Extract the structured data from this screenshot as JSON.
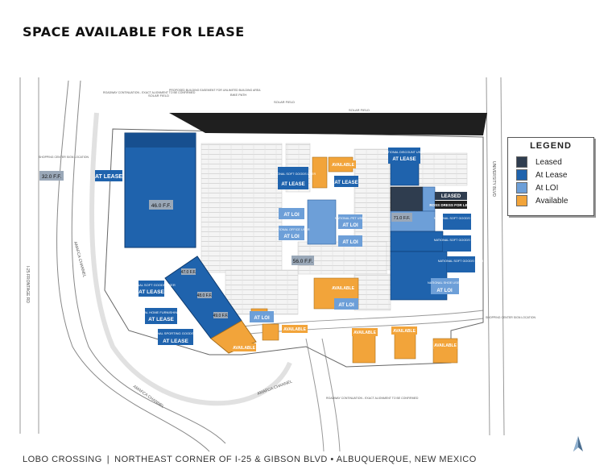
{
  "title": "SPACE AVAILABLE FOR LEASE",
  "footer": {
    "property": "LOBO CROSSING",
    "divider": "|",
    "location": "NORTHEAST CORNER OF I-25 & GIBSON BLVD • ALBUQUERQUE, NEW MEXICO"
  },
  "colors": {
    "leased": "#2f3d4f",
    "at_lease": "#1f63ad",
    "at_loi": "#6d9fd8",
    "available": "#f2a43a",
    "roof": "#1f1f1f"
  },
  "legend": {
    "title": "LEGEND",
    "items": [
      {
        "label": "Leased",
        "color": "#2f3d4f"
      },
      {
        "label": "At Lease",
        "color": "#1f63ad"
      },
      {
        "label": "At LOI",
        "color": "#6d9fd8"
      },
      {
        "label": "Available",
        "color": "#f2a43a"
      }
    ]
  },
  "map": {
    "status_labels": {
      "at_lease_anchor": "AT LEASE",
      "at_lease_south": "AT LEASE",
      "at_lease_1": "AT LEASE",
      "at_lease_2": "AT LEASE",
      "at_loi_1": "AT LOI",
      "at_loi_2": "AT LOI",
      "at_loi_3": "AT LOI",
      "at_loi_4": "AT LOI",
      "at_loi_5": "AT LOI",
      "at_loi_6": "AT LOI",
      "at_loi_7": "AT LOI",
      "at_lease_east_1": "AT LEASE",
      "at_lease_east_2": "AT LEASE",
      "at_lease_east_3": "AT LEASE",
      "leased_east": "LEASED",
      "available_1": "AVAILABLE",
      "available_2": "AVAILABLE",
      "available_3": "AVAILABLE",
      "available_4": "AVAILABLE",
      "available_5": "AVAILABLE",
      "available_6": "AVAILABLE",
      "available_7": "AVAILABLE"
    },
    "elevations": {
      "west_pad": "32.0 F.F.",
      "anchor": "46.0 F.F.",
      "center": "56.0 F.F.",
      "east": "71.0 F.F.",
      "shop_a": "47.0 F.F.",
      "shop_b": "48.0 F.F.",
      "shop_c": "49.0 F.F."
    },
    "annotations": {
      "amafca_channel_1": "AMAFCA CHANNEL",
      "amafca_channel_2": "AMAFCA CHANNEL",
      "amafca_channel_3": "AMAFCA CHANNEL",
      "i25_frontage": "I-25 FRONTAGE RD",
      "university_blvd": "UNIVERSITY BLVD",
      "solar_field_1": "SOLAR FIELD",
      "solar_field_2": "SOLAR FIELD",
      "solar_field_3": "SOLAR FIELD",
      "bike_path": "BIKE PATH",
      "roadway_continuation_north": "ROADWAY CONTINUATION - EXACT ALIGNMENT TO BE CONFIRMED",
      "roadway_continuation_south": "ROADWAY CONTINUATION - EXACT ALIGNMENT TO BE CONFIRMED",
      "building_easement": "PROPOSED BUILDING EASEMENT FOR UNLIMITED BUILDING AREA",
      "shopping_center_sign_west": "SHOPPING CENTER SIGN LOCATION",
      "shopping_center_sign_east": "SHOPPING CENTER SIGN LOCATION"
    },
    "tenants": {
      "national_home_furnishing": "NATIONAL HOME FURNISHING USER",
      "national_sporting_goods_west": "NATIONAL SPORTING GOODS USER",
      "national_soft_goods_west": "NATIONAL SOFT GOODS USER",
      "national_soft_goods_center": "NATIONAL SOFT GOODS USER",
      "national_soft_goods_east_1": "NATIONAL SOFT GOODS USER",
      "national_soft_goods_east_2": "NATIONAL SOFT GOODS USER",
      "national_soft_goods_east_3": "NATIONAL SOFT GOODS USER",
      "national_discount_user": "NATIONAL DISCOUNT USER",
      "national_shoe_user": "NATIONAL SHOE USER",
      "national_office_user": "NATIONAL OFFICE USER",
      "national_pet_user": "NATIONAL PET USER",
      "ross": "ROSS DRESS FOR LESS"
    }
  }
}
